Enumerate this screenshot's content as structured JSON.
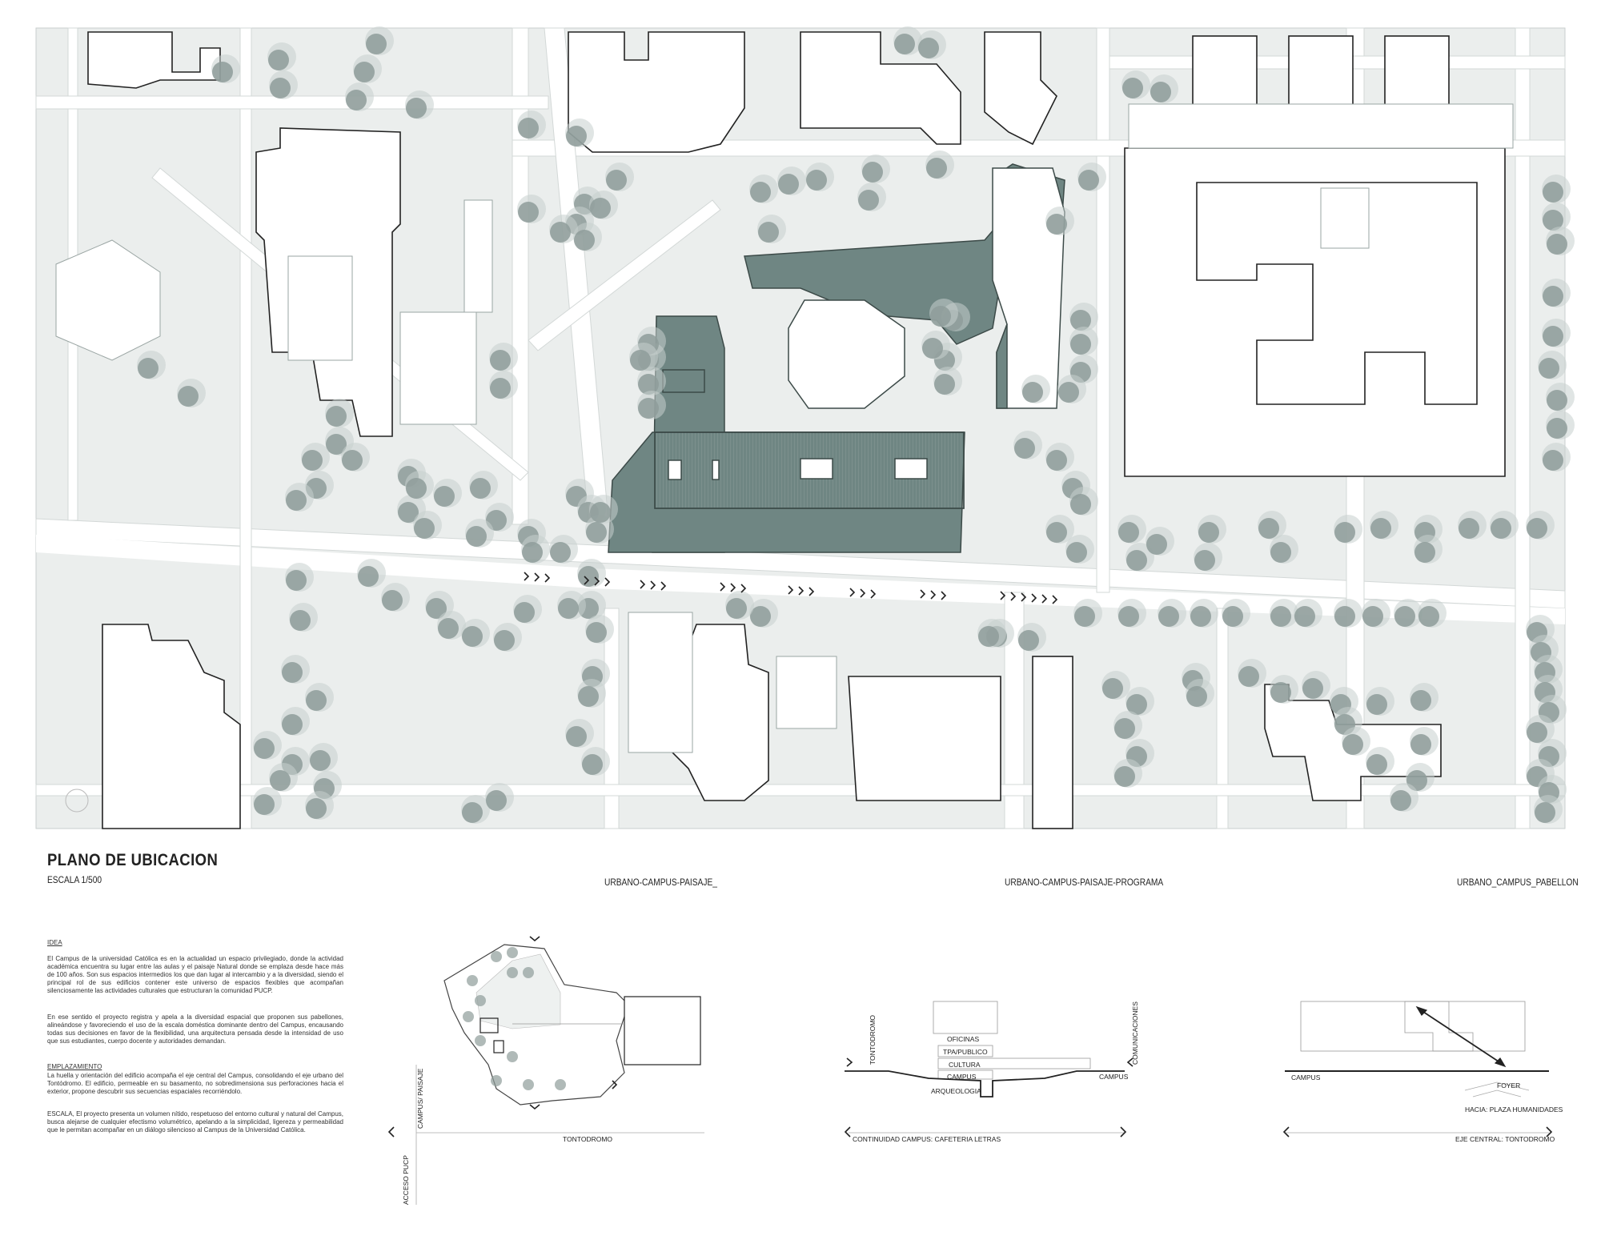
{
  "plan": {
    "title": "PLANO DE UBICACION",
    "scale": "ESCALA 1/500",
    "colors": {
      "ground": "#ebeeed",
      "paths": "#ffffff",
      "building_fill": "#ffffff",
      "building_stroke": "#222222",
      "tree": "#8e9c9a",
      "tree_halo": "#c6cfcd",
      "highlight": "#6f8683"
    },
    "north_symbol": "north-circle-icon",
    "axis_marker": "chevron-right-icon"
  },
  "text": {
    "idea_heading": "IDEA",
    "idea_p1": "El Campus de la universidad Católica es en la actualidad un espacio privilegiado, donde la actividad académica encuentra su lugar entre las aulas y el paisaje Natural donde se emplaza desde hace más de 100 años. Son sus espacios intermedios los que dan lugar al intercambio y a la diversidad, siendo el principal rol de sus edificios contener este universo de espacios flexibles que acompañan silenciosamente las actividades culturales que estructuran la comunidad PUCP.",
    "idea_p2": "En ese sentido el proyecto registra y apela a la diversidad espacial que proponen sus pabellones, alineándose y favoreciendo el uso de la escala doméstica dominante dentro del Campus, encausando todas sus decisiones en favor de la flexibilidad, una arquitectura pensada desde la intensidad de uso que sus estudiantes, cuerpo docente y autoridades demandan.",
    "emplazamiento_heading": "EMPLAZAMIENTO",
    "emplazamiento_p1": "La huella y orientación del edificio acompaña el eje central del Campus, consolidando el eje urbano del Tontódromo. El edificio, permeable en su basamento, no sobredimensiona sus perforaciones hacia el exterior, propone descubrir sus secuencias espaciales recorriéndolo.",
    "escala_p": "ESCALA, El proyecto presenta un volumen nítido, respetuoso del entorno cultural y natural del Campus, busca alejarse de cualquier efectismo volumétrico, apelando a la simplicidad, ligereza y permeabilidad que le permitan acompañar en un diálogo silencioso al Campus de la Universidad Católica."
  },
  "diagram1": {
    "title": "URBANO-CAMPUS-PAISAJE_",
    "label_campus_paisaje": "CAMPUS/ PAISAJE",
    "label_tontodromo": "TONTODROMO",
    "label_acceso": "ACCESO PUCP"
  },
  "diagram2": {
    "title": "URBANO-CAMPUS-PAISAJE-PROGRAMA",
    "oficinas": "OFICINAS",
    "tpa": "TPA/PUBLICO",
    "cultura": "CULTURA",
    "campus_center": "CAMPUS",
    "arqueologia": "ARQUEOLOGIA",
    "campus_right": "CAMPUS",
    "tontodromo_v": "TONTODROMO",
    "comunicaciones_v": "COMUNICACIONES",
    "continuidad": "CONTINUIDAD CAMPUS: CAFETERIA LETRAS"
  },
  "diagram3": {
    "title": "URBANO_CAMPUS_PABELLON",
    "campus": "CAMPUS",
    "foyer": "FOYER",
    "hacia": "HACIA: PLAZA HUMANIDADES",
    "eje": "EJE CENTRAL: TONTODROMO"
  }
}
